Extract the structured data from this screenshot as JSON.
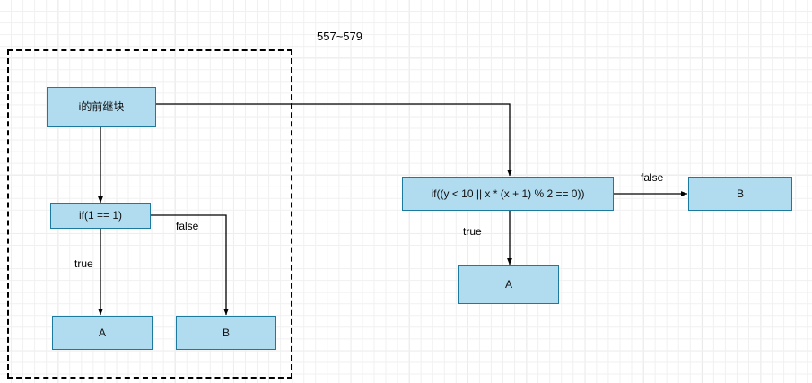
{
  "diagram": {
    "title": "557~579",
    "colors": {
      "node_fill": "#b1dcf0",
      "node_border": "#1b7a9e",
      "edge_stroke": "#000000",
      "selection_border": "#000000",
      "grid_minor": "#f0f0f0",
      "grid_major": "#d8d8d8",
      "canvas_background": "#ffffff"
    },
    "nodes": [
      {
        "id": "pred",
        "label": "i的前继块"
      },
      {
        "id": "if_left",
        "label": "if(1 == 1)"
      },
      {
        "id": "a_left",
        "label": "A"
      },
      {
        "id": "b_left",
        "label": "B"
      },
      {
        "id": "if_right",
        "label": "if((y < 10 || x * (x + 1) % 2 == 0))"
      },
      {
        "id": "a_right",
        "label": "A"
      },
      {
        "id": "b_right",
        "label": "B"
      }
    ],
    "edge_labels": [
      {
        "id": "left_true",
        "label": "true"
      },
      {
        "id": "left_false",
        "label": "false"
      },
      {
        "id": "right_true",
        "label": "true"
      },
      {
        "id": "right_false",
        "label": "false"
      }
    ]
  }
}
